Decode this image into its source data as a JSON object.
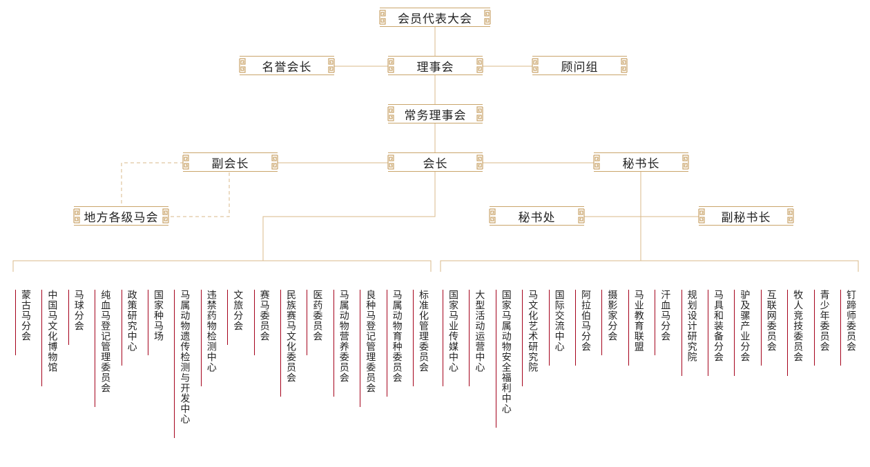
{
  "org_chart": {
    "nodes": {
      "assembly": "会员代表大会",
      "honorary_president": "名誉会长",
      "council": "理事会",
      "advisory_group": "顾问组",
      "standing_council": "常务理事会",
      "vice_president": "副会长",
      "president": "会长",
      "secretary_general": "秘书长",
      "local_associations": "地方各级马会",
      "secretariat": "秘书处",
      "deputy_secretary_general": "副秘书长"
    },
    "left_branches": [
      "蒙古马分会",
      "中国马文化博物馆",
      "马球分会",
      "纯血马登记管理委员会",
      "政策研究中心",
      "国家种马场",
      "马属动物遗传检测与开发中心",
      "违禁药物检测中心",
      "文旅分会",
      "赛马委员会",
      "民族赛马文化委员会",
      "医药委员会",
      "马属动物营养委员会",
      "良种马登记管理委员会",
      "马属动物育种委员会",
      "标准化管理委员会"
    ],
    "right_branches": [
      "国家马业传媒中心",
      "大型活动运营中心",
      "国家马属动物安全福利中心",
      "马文化艺术研究院",
      "国际交流中心",
      "阿拉伯马分会",
      "摄影家分会",
      "马业教育联盟",
      "汗血马分会",
      "规划设计研究院",
      "马具和装备分会",
      "驴及骡产业分会",
      "互联网委员会",
      "牧人竞技委员会",
      "青少年委员会",
      "钉蹄师委员会"
    ],
    "colors": {
      "connector": "#d8b98a",
      "box_border": "#c9a46a",
      "branch_rule": "#a4001a",
      "text": "#222222"
    }
  }
}
